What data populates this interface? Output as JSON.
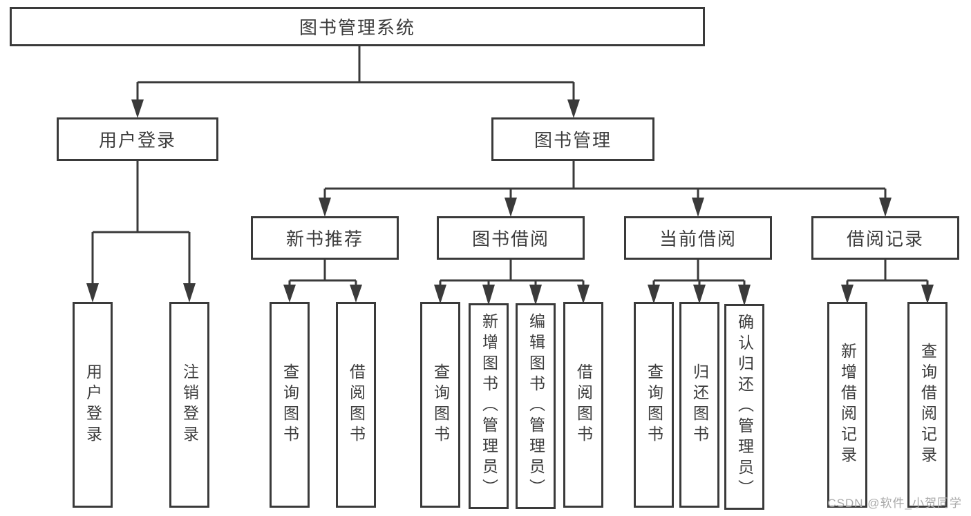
{
  "title": "图书管理系统",
  "tree": {
    "label": "图书管理系统",
    "children": [
      {
        "label": "用户登录",
        "children": [
          {
            "label": "用户登录"
          },
          {
            "label": "注销登录"
          }
        ]
      },
      {
        "label": "图书管理",
        "children": [
          {
            "label": "新书推荐",
            "children": [
              {
                "label": "查询图书"
              },
              {
                "label": "借阅图书"
              }
            ]
          },
          {
            "label": "图书借阅",
            "children": [
              {
                "label": "查询图书"
              },
              {
                "label": "新增图书（管理员）"
              },
              {
                "label": "编辑图书（管理员）"
              },
              {
                "label": "借阅图书"
              }
            ]
          },
          {
            "label": "当前借阅",
            "children": [
              {
                "label": "查询图书"
              },
              {
                "label": "归还图书"
              },
              {
                "label": "确认归还（管理员）"
              }
            ]
          },
          {
            "label": "借阅记录",
            "children": [
              {
                "label": "新增借阅记录"
              },
              {
                "label": "查询借阅记录"
              }
            ]
          }
        ]
      }
    ]
  },
  "watermark": {
    "text": "CSDN @软件_小贺同学"
  },
  "colors": {
    "line": "#3a3a3a",
    "text": "#3d3d3d",
    "watermark": "#a9a9a9",
    "background": "#ffffff"
  }
}
